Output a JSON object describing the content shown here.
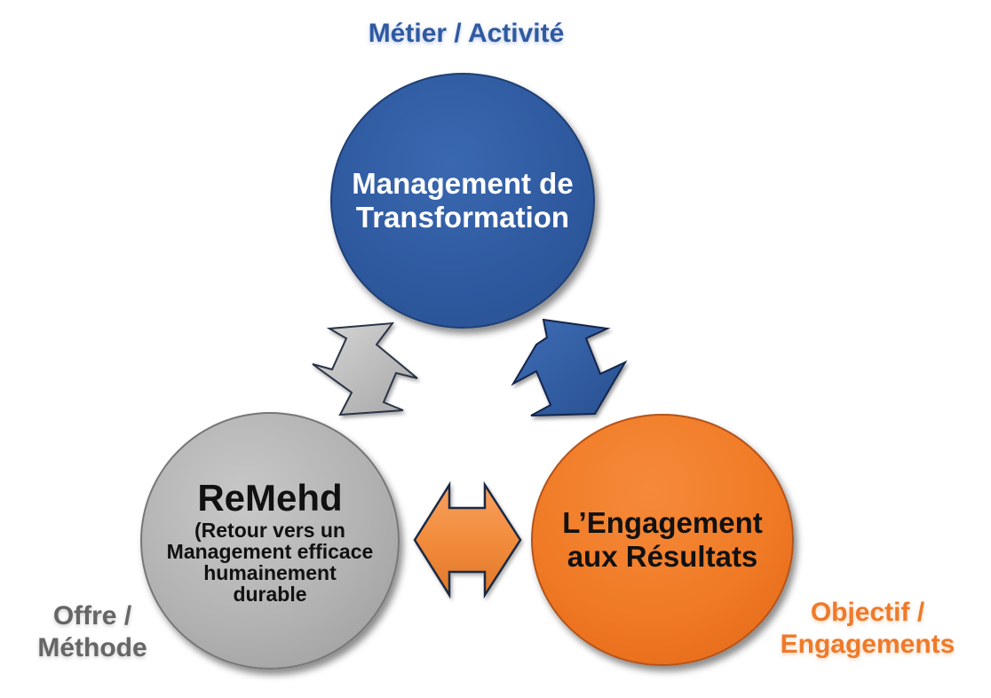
{
  "diagram": {
    "nodes": [
      {
        "id": "top",
        "title": "Métier / Activité",
        "text_lines": [
          "Management de",
          "Transformation"
        ],
        "color": "#2f5aa0",
        "text_color": "#ffffff"
      },
      {
        "id": "left",
        "title_lines": [
          "Offre /",
          "Méthode"
        ],
        "main": "ReMehd",
        "text_lines": [
          "(Retour vers un",
          "Management efficace",
          "humainement",
          "durable"
        ],
        "color": "#b2b2b2",
        "text_color": "#111111"
      },
      {
        "id": "right",
        "title_lines": [
          "Objectif /",
          "Engagements"
        ],
        "text_lines": [
          "L’Engagement",
          "aux Résultats"
        ],
        "color": "#f07a25",
        "text_color": "#111111"
      }
    ],
    "connectors": [
      {
        "from": "left",
        "to": "top",
        "type": "double-arrow",
        "color": "#b4b4b4"
      },
      {
        "from": "top",
        "to": "right",
        "type": "double-arrow",
        "color": "#2f5aa0"
      },
      {
        "from": "left",
        "to": "right",
        "type": "double-arrow",
        "color": "#f28c3c"
      }
    ]
  }
}
